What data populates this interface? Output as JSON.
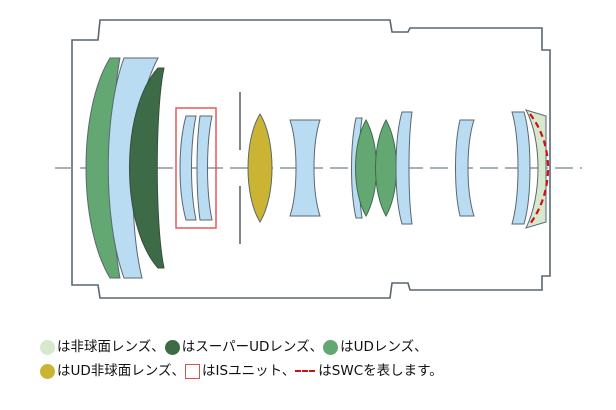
{
  "colors": {
    "aspherical": "#d7e8cf",
    "super_ud": "#3d6b48",
    "ud": "#63a872",
    "ud_aspherical": "#cbb433",
    "is_unit": "#e05050",
    "swc": "#cc1111",
    "glass_blue": "#b9dcf3",
    "outline": "#5a6770"
  },
  "legend": {
    "row1": [
      {
        "swatch": "aspherical",
        "text": "は非球面レンズ、"
      },
      {
        "swatch": "super_ud",
        "text": "はスーパーUDレンズ、"
      },
      {
        "swatch": "ud",
        "text": "はUDレンズ、"
      }
    ],
    "row2": [
      {
        "swatch": "ud_aspherical",
        "text": "はUD非球面レンズ、"
      },
      {
        "swatch": "is_unit",
        "text": "はISユニット、"
      },
      {
        "swatch": "swc",
        "text": "はSWCを表します。"
      }
    ]
  }
}
